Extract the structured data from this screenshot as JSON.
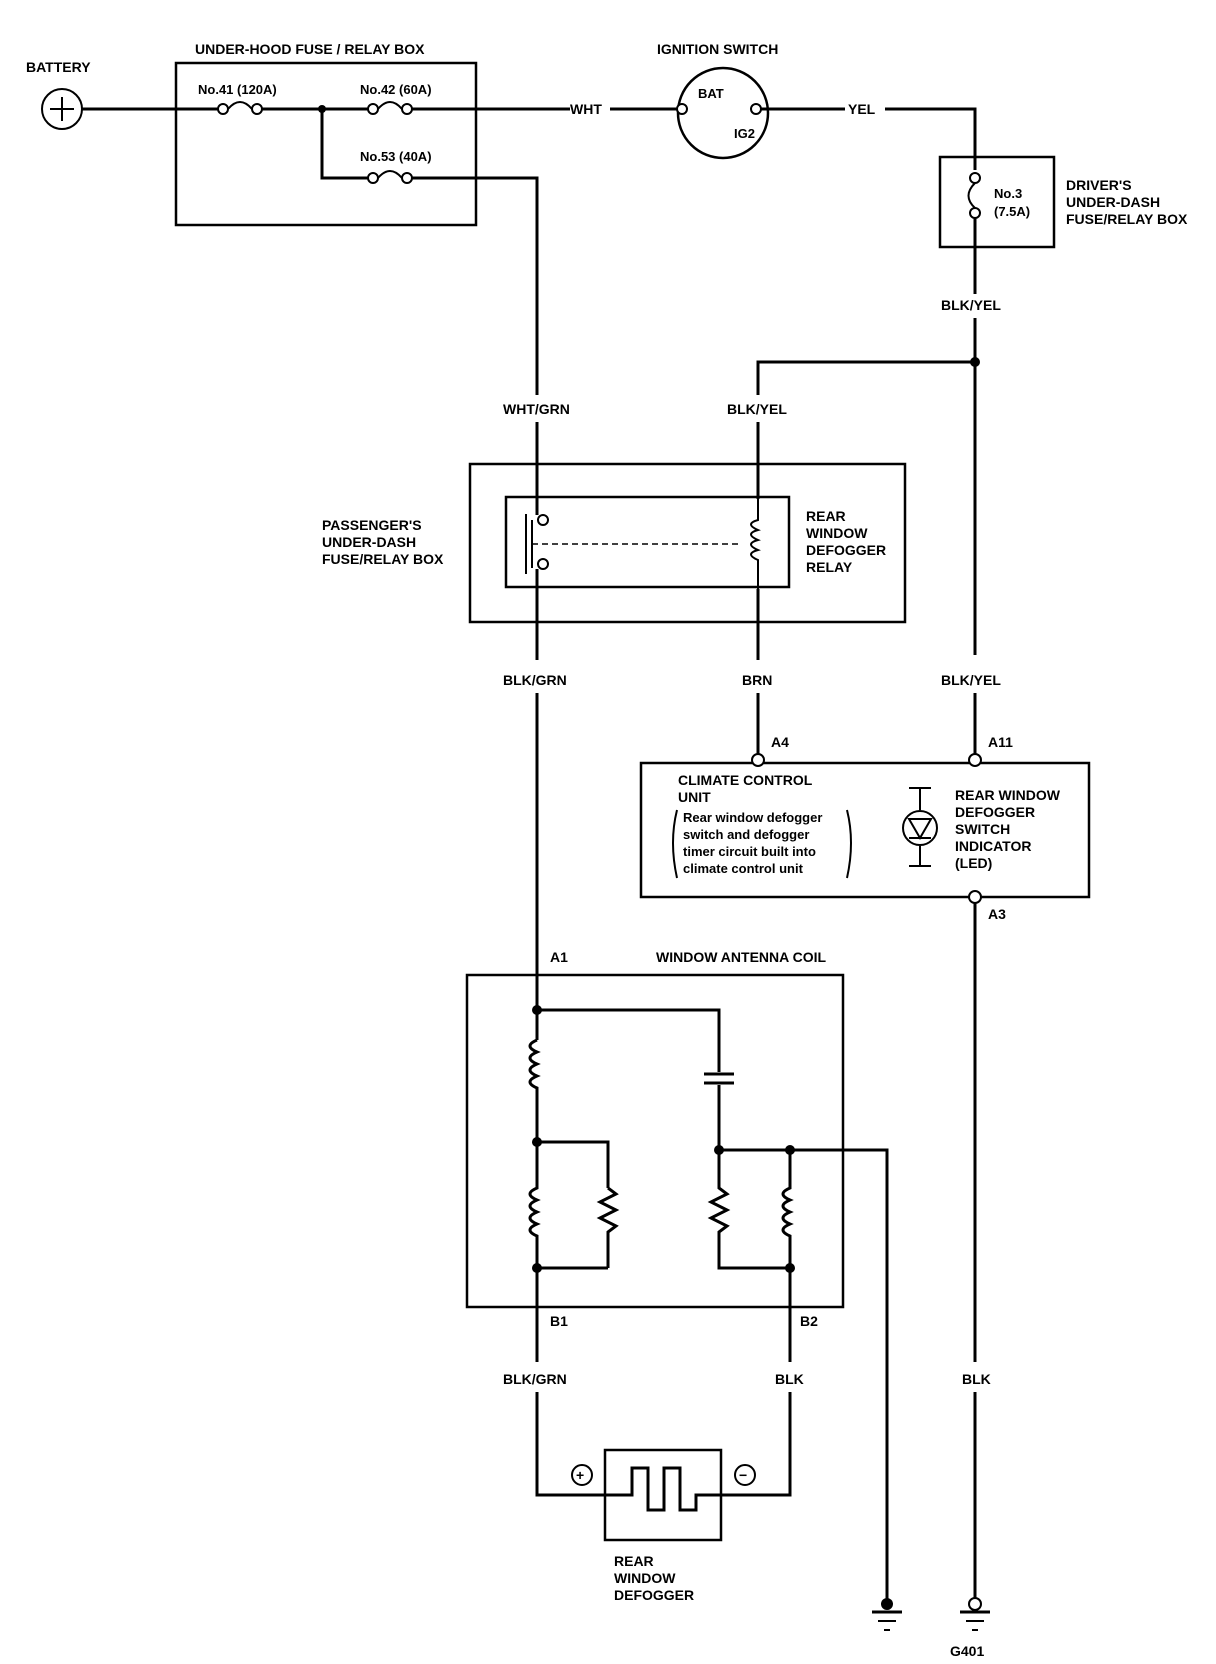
{
  "battery": {
    "label": "BATTERY"
  },
  "under_hood_box": {
    "title": "UNDER-HOOD FUSE / RELAY BOX",
    "fuse_41": "No.41 (120A)",
    "fuse_42": "No.42 (60A)",
    "fuse_53": "No.53 (40A)"
  },
  "ignition_switch": {
    "title": "IGNITION SWITCH",
    "bat": "BAT",
    "ig2": "IG2"
  },
  "drivers_box": {
    "fuse_no": "No.3",
    "fuse_rating": "(7.5A)",
    "title_lines": [
      "DRIVER'S",
      "UNDER-DASH",
      "FUSE/RELAY BOX"
    ]
  },
  "passengers_box": {
    "title_lines": [
      "PASSENGER'S",
      "UNDER-DASH",
      "FUSE/RELAY BOX"
    ],
    "relay_lines": [
      "REAR",
      "WINDOW",
      "DEFOGGER",
      "RELAY"
    ]
  },
  "climate_control_unit": {
    "title_lines": [
      "CLIMATE CONTROL",
      "UNIT"
    ],
    "note_lines": [
      "Rear window defogger",
      "switch and defogger",
      "timer circuit built into",
      "climate control unit"
    ],
    "indicator_lines": [
      "REAR WINDOW",
      "DEFOGGER",
      "SWITCH",
      "INDICATOR",
      "(LED)"
    ]
  },
  "antenna_coil": {
    "title": "WINDOW ANTENNA COIL"
  },
  "defogger": {
    "title_lines": [
      "REAR",
      "WINDOW",
      "DEFOGGER"
    ],
    "plus": "+",
    "minus": "−"
  },
  "terminals": {
    "a1": "A1",
    "a3": "A3",
    "a4": "A4",
    "a11": "A11",
    "b1": "B1",
    "b2": "B2"
  },
  "wire_colors": {
    "wht": "WHT",
    "yel": "YEL",
    "blk_yel_top": "BLK/YEL",
    "wht_grn": "WHT/GRN",
    "blk_yel_relay": "BLK/YEL",
    "blk_grn_upper": "BLK/GRN",
    "brn": "BRN",
    "blk_yel_right": "BLK/YEL",
    "blk_grn_lower": "BLK/GRN",
    "blk_b2": "BLK",
    "blk_ground": "BLK"
  },
  "ground": {
    "label": "G401"
  }
}
